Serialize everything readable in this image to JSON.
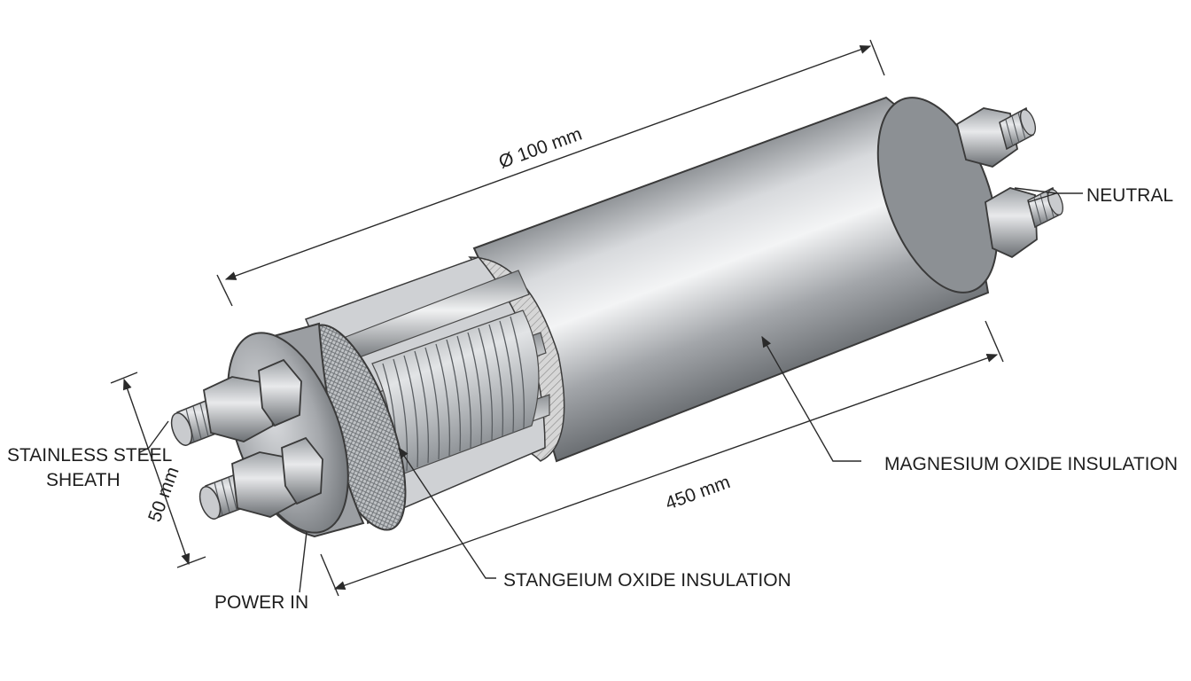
{
  "labels": {
    "neutral": "NEUTRAL",
    "sheath_line1": "STAINLESS STEEL",
    "sheath_line2": "SHEATH",
    "power_in": "POWER IN",
    "magnesium": "MAGNESIUM OXIDE INSULATION",
    "stangeium": "STANGEIUM OXIDE INSULATION"
  },
  "dimensions": {
    "diameter": "Ø 100 mm",
    "length": "450 mm",
    "end_diameter": "50 mm"
  },
  "colors": {
    "steel_light": "#e4e6e8",
    "steel_mid": "#a9acb0",
    "steel_dark": "#6e7276",
    "insulation": "#cfcfcf",
    "line": "#2a2a2a"
  }
}
